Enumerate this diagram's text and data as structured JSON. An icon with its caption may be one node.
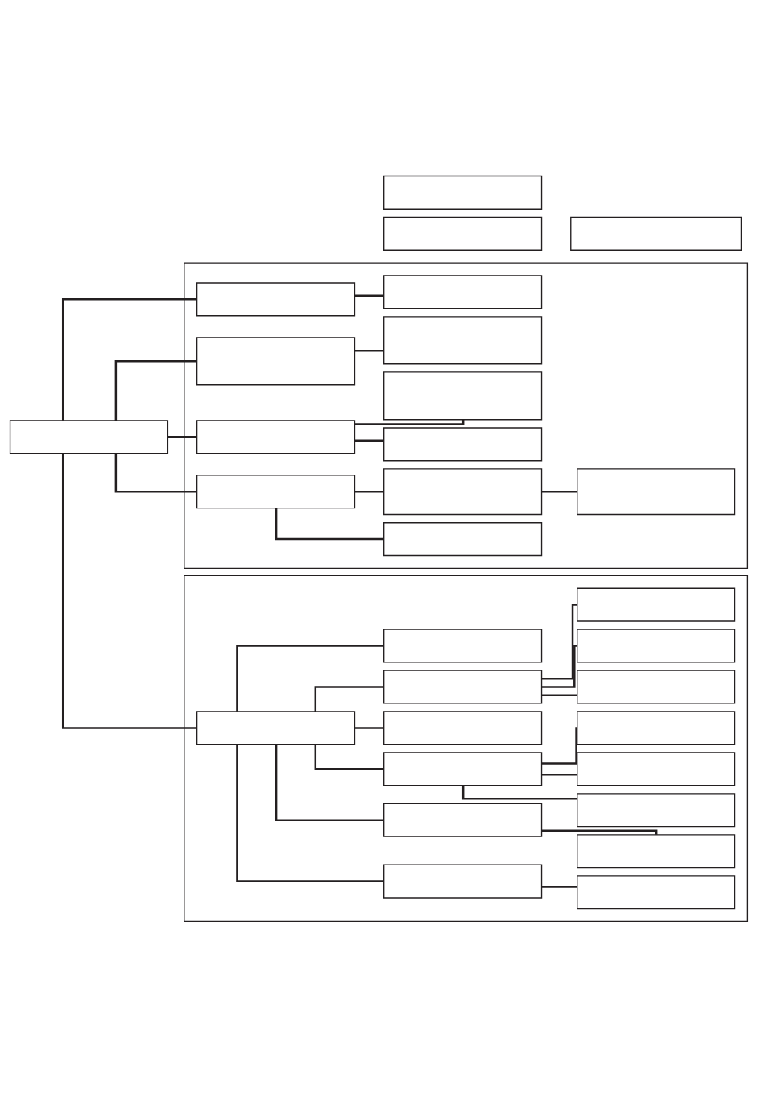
{
  "diagram": {
    "nodes": [
      {
        "text": [],
        "shape": "box"
      },
      {
        "text": [],
        "shape": "box"
      },
      {
        "text": [],
        "shape": "box"
      },
      {
        "text": [],
        "shape": "box"
      },
      {
        "text": [],
        "shape": "box"
      },
      {
        "text": [],
        "shape": "box",
        "in": 4
      },
      {
        "text": [],
        "shape": "box",
        "in": 4
      },
      {
        "text": [],
        "shape": "box",
        "in": 4
      },
      {
        "text": [],
        "shape": "box",
        "in": 4
      },
      {
        "text": [],
        "shape": "box",
        "in": 4
      },
      {
        "text": [],
        "shape": "box",
        "in": 4
      },
      {
        "text": [],
        "shape": "box",
        "in": 4
      },
      {
        "text": [],
        "shape": "box",
        "in": 4
      },
      {
        "text": [],
        "shape": "box",
        "in": 4
      },
      {
        "text": [],
        "shape": "box",
        "in": 4
      },
      {
        "text": [],
        "shape": "box",
        "in": 4
      },
      {
        "text": [],
        "shape": "box"
      },
      {
        "text": [],
        "shape": "box",
        "in": 16
      },
      {
        "text": [],
        "shape": "box",
        "in": 16
      },
      {
        "text": [],
        "shape": "box",
        "in": 16
      },
      {
        "text": [],
        "shape": "box",
        "in": 16
      },
      {
        "text": [],
        "shape": "box",
        "in": 16
      },
      {
        "text": [],
        "shape": "box",
        "in": 16
      },
      {
        "text": [],
        "shape": "box",
        "in": 16
      },
      {
        "text": [],
        "shape": "box",
        "in": 16
      },
      {
        "text": [],
        "shape": "box",
        "in": 16
      },
      {
        "text": [],
        "shape": "box",
        "in": 16
      },
      {
        "text": [],
        "shape": "box",
        "in": 16
      },
      {
        "text": [],
        "shape": "box",
        "in": 16
      },
      {
        "text": [],
        "shape": "box",
        "in": 16
      },
      {
        "text": [],
        "shape": "box",
        "in": 16
      },
      {
        "text": [],
        "shape": "box",
        "in": 16
      }
    ],
    "edges": [
      {
        "from": 0,
        "to": 5,
        "arrow": "none"
      },
      {
        "from": 0,
        "to": 7,
        "arrow": "none"
      },
      {
        "from": 0,
        "to": 9,
        "arrow": "none"
      },
      {
        "from": 0,
        "to": 12,
        "arrow": "none"
      },
      {
        "from": 0,
        "to": 17,
        "arrow": "none"
      },
      {
        "from": 5,
        "to": 6,
        "arrow": "none"
      },
      {
        "from": 7,
        "to": 8,
        "arrow": "none"
      },
      {
        "from": 9,
        "to": 10,
        "arrow": "none"
      },
      {
        "from": 9,
        "to": 11,
        "arrow": "none"
      },
      {
        "from": 12,
        "to": 13,
        "arrow": "none"
      },
      {
        "from": 12,
        "to": 14,
        "arrow": "none"
      },
      {
        "from": 14,
        "to": 15,
        "arrow": "none"
      },
      {
        "from": 17,
        "to": 18,
        "arrow": "none"
      },
      {
        "from": 17,
        "to": 20,
        "arrow": "none"
      },
      {
        "from": 17,
        "to": 22,
        "arrow": "none"
      },
      {
        "from": 17,
        "to": 26,
        "arrow": "none"
      },
      {
        "from": 17,
        "to": 27,
        "arrow": "none"
      },
      {
        "from": 17,
        "to": 31,
        "arrow": "none"
      },
      {
        "from": 18,
        "to": 19,
        "arrow": "none"
      },
      {
        "from": 20,
        "to": 21,
        "arrow": "none"
      },
      {
        "from": 22,
        "to": 23,
        "arrow": "none"
      },
      {
        "from": 22,
        "to": 24,
        "arrow": "none"
      },
      {
        "from": 22,
        "to": 25,
        "arrow": "none"
      },
      {
        "from": 27,
        "to": 28,
        "arrow": "none"
      },
      {
        "from": 27,
        "to": 29,
        "arrow": "none"
      },
      {
        "from": 27,
        "to": 30,
        "arrow": "none"
      }
    ]
  }
}
